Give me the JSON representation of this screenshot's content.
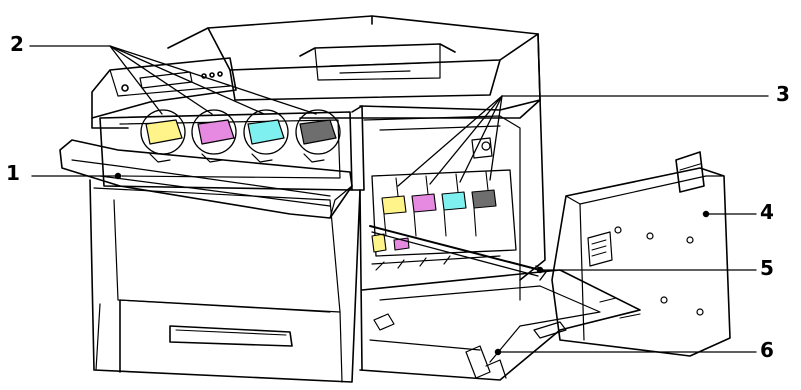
{
  "callouts": [
    {
      "number": "1",
      "target": "front-door-handle"
    },
    {
      "number": "2",
      "target": "toner-cartridges"
    },
    {
      "number": "3",
      "target": "imaging-units"
    },
    {
      "number": "4",
      "target": "waste-cartridge"
    },
    {
      "number": "5",
      "target": "cleaning-rod"
    },
    {
      "number": "6",
      "target": "right-side-door"
    }
  ],
  "toner_colors": {
    "yellow": "#fff48a",
    "magenta": "#e58ae0",
    "cyan": "#7ff0f0",
    "black": "#6e6e6e"
  },
  "line_color": "#000000"
}
